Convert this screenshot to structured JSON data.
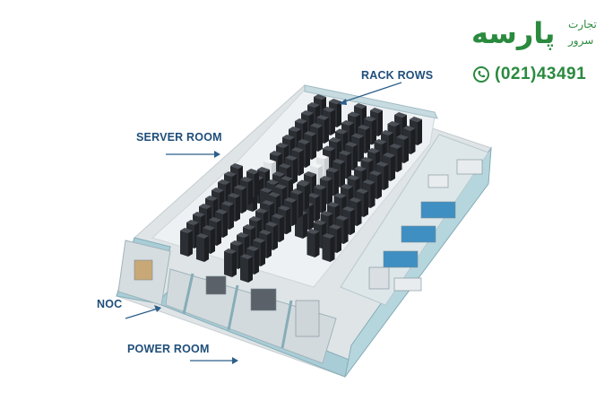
{
  "labels": {
    "rack_rows": "RACK ROWS",
    "server_room": "SERVER ROOM",
    "noc": "NOC",
    "power_room": "POWER ROOM"
  },
  "logo": {
    "brand_name": "پارسه",
    "tagline_top": "تجارت",
    "tagline_bottom": "سرور",
    "phone": "(021)43491",
    "brand_color": "#2a8a3e"
  },
  "colors": {
    "label_text": "#1f4e7a",
    "arrow": "#2c5f8a",
    "floor": "#e4e8ea",
    "wall": "#a9cdd6",
    "rack": "#2b2e33",
    "generator": "#3f8fc2"
  }
}
